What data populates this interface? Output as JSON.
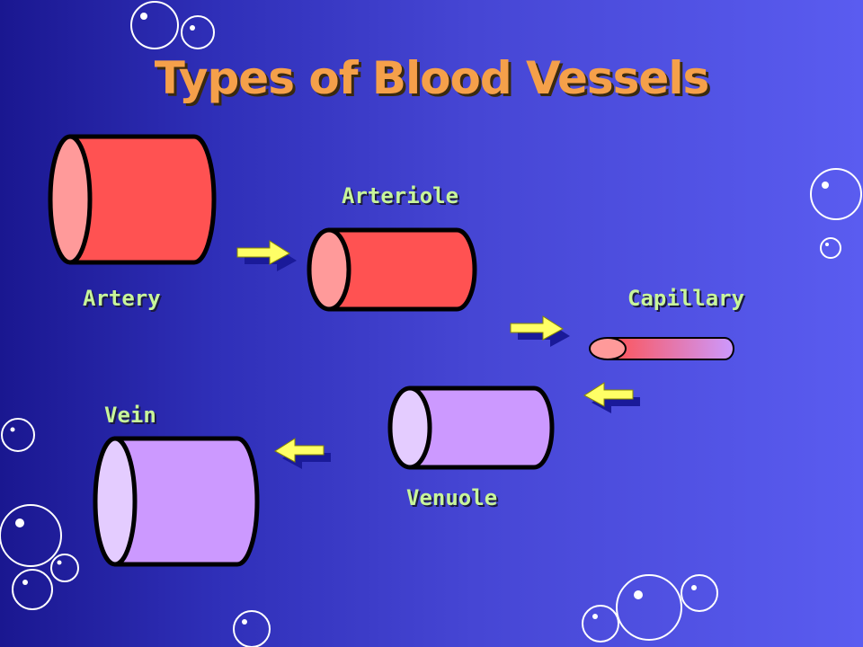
{
  "slide": {
    "title": "Types of Blood Vessels",
    "vessels": [
      {
        "id": "artery",
        "label": "Artery"
      },
      {
        "id": "arteriole",
        "label": "Arteriole"
      },
      {
        "id": "capillary",
        "label": "Capillary"
      },
      {
        "id": "venuole",
        "label": "Venuole"
      },
      {
        "id": "vein",
        "label": "Vein"
      }
    ]
  },
  "colors": {
    "artery_body": "#ff5252",
    "artery_end": "#ff9a9a",
    "vein_body": "#cc99ff",
    "vein_end": "#e4ccff",
    "arrow": "#ffff66",
    "arrow_shadow": "#1a1a99",
    "title": "#f5a04a",
    "label": "#c8f59a"
  }
}
